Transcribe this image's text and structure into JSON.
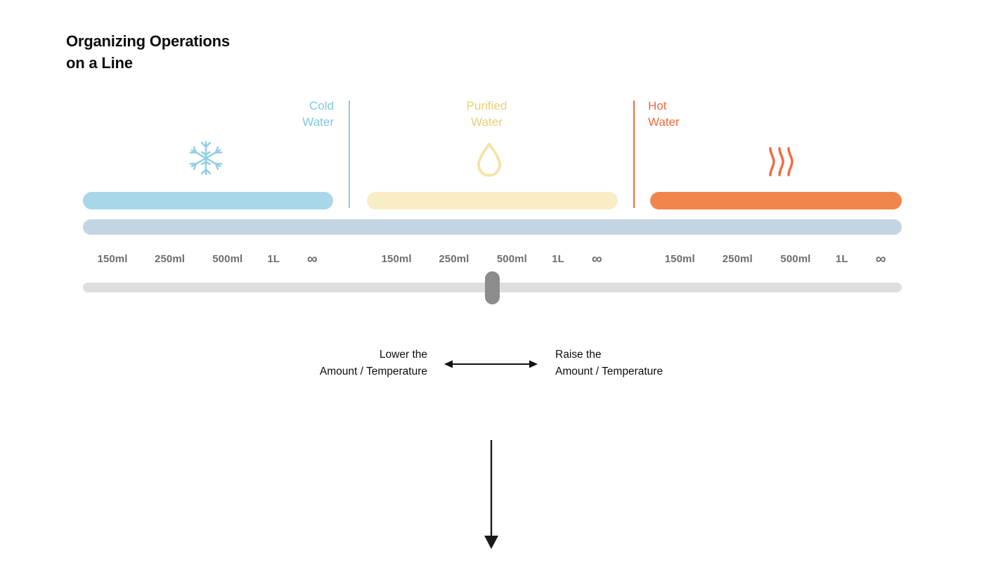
{
  "page": {
    "title": "Organizing Operations\non a Line",
    "background": "#ffffff"
  },
  "colors": {
    "cold": "#7FC8E3",
    "cold_bar": "#A8D8E8",
    "cold_divider": "#8ACBE8",
    "purified": "#EBCF77",
    "purified_bar": "#F8EDC4",
    "hot": "#F2693C",
    "hot_bar": "#F0864B",
    "full_bar": "#C4D5E2",
    "slider_track": "#DEDEDE",
    "slider_handle": "#8C8C8C",
    "tick_text": "#6E6E6E",
    "body_text": "#0d0d0d"
  },
  "sections": [
    {
      "key": "cold",
      "label": "Cold\nWater",
      "icon": "snowflake-icon",
      "ticks": [
        "150ml",
        "250ml",
        "500ml",
        "1L",
        "∞"
      ]
    },
    {
      "key": "purified",
      "label": "Purified\nWater",
      "icon": "water-droplet-icon",
      "ticks": [
        "150ml",
        "250ml",
        "500ml",
        "1L",
        "∞"
      ]
    },
    {
      "key": "hot",
      "label": "Hot\nWater",
      "icon": "heat-waves-icon",
      "ticks": [
        "150ml",
        "250ml",
        "500ml",
        "1L",
        "∞"
      ]
    }
  ],
  "slider": {
    "handle_position_percent": 50
  },
  "hints": {
    "lower": "Lower the\nAmount / Temperature",
    "raise": "Raise the\nAmount / Temperature",
    "horizontal_arrow": "double-headed-horizontal-arrow",
    "down_arrow": "down-arrow"
  }
}
